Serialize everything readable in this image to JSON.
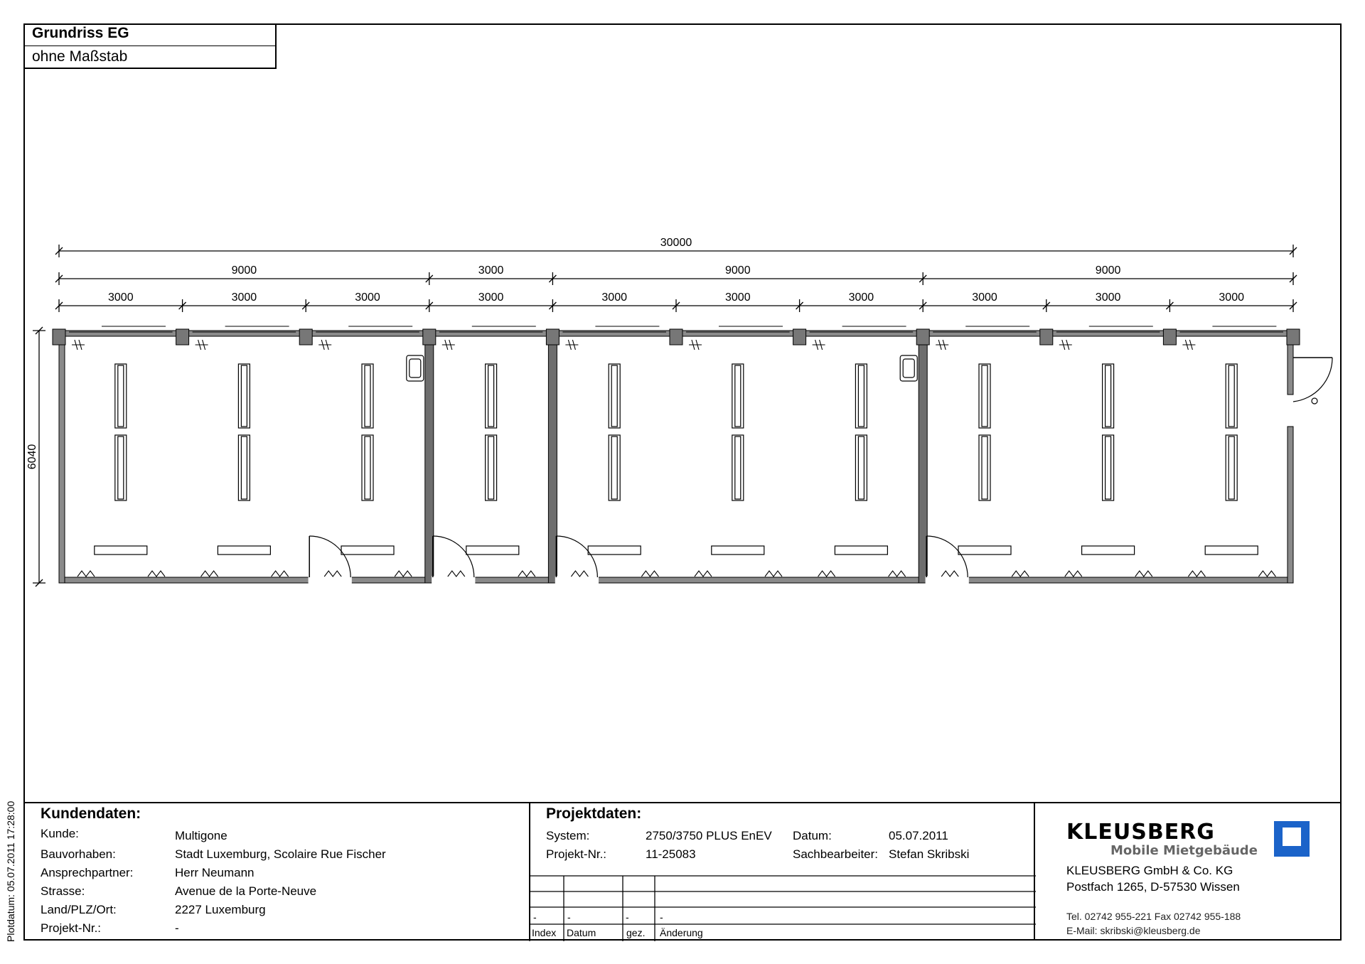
{
  "title": {
    "main": "Grundriss EG",
    "scale": "ohne Maßstab"
  },
  "plotdate": "Plotdatum: 05.07.2011 17:28:00",
  "dimensions": {
    "overall": "30000",
    "segments": [
      "9000",
      "3000",
      "9000",
      "9000"
    ],
    "modules": [
      "3000",
      "3000",
      "3000",
      "3000",
      "3000",
      "3000",
      "3000",
      "3000",
      "3000",
      "3000"
    ],
    "depth": "6040"
  },
  "kundendaten": {
    "heading": "Kundendaten:",
    "rows": [
      {
        "label": "Kunde:",
        "value": "Multigone"
      },
      {
        "label": "Bauvorhaben:",
        "value": "Stadt Luxemburg, Scolaire Rue Fischer"
      },
      {
        "label": "Ansprechpartner:",
        "value": "Herr Neumann"
      },
      {
        "label": "Strasse:",
        "value": "Avenue de la Porte-Neuve"
      },
      {
        "label": "Land/PLZ/Ort:",
        "value": "2227 Luxemburg"
      },
      {
        "label": "Projekt-Nr.:",
        "value": "-"
      }
    ]
  },
  "projektdaten": {
    "heading": "Projektdaten:",
    "system_label": "System:",
    "system_value": "2750/3750 PLUS EnEV",
    "projnr_label": "Projekt-Nr.:",
    "projnr_value": "11-25083",
    "datum_label": "Datum:",
    "datum_value": "05.07.2011",
    "sb_label": "Sachbearbeiter:",
    "sb_value": "Stefan Skribski",
    "revision_values": [
      "-",
      "-",
      "-",
      "-"
    ],
    "revision_headers": [
      "Index",
      "Datum",
      "gez.",
      "Änderung"
    ]
  },
  "company": {
    "logo_text": "KLEUSBERG",
    "logo_sub": "Mobile Mietgebäude",
    "name": "KLEUSBERG GmbH & Co. KG",
    "address": "Postfach 1265, D-57530 Wissen",
    "phone": "Tel. 02742 955-221  Fax 02742 955-188",
    "email": "E-Mail: skribski@kleusberg.de",
    "brand_color": "#1b63c9"
  }
}
